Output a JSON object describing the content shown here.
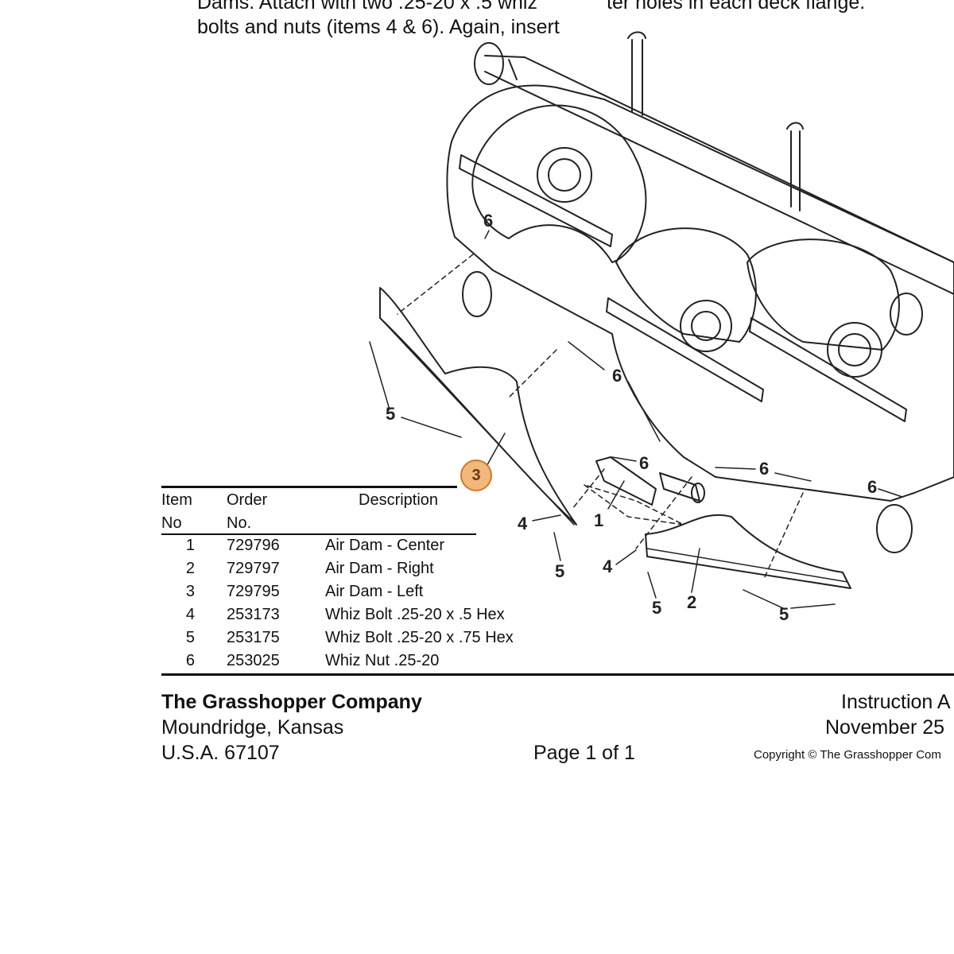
{
  "intro": {
    "line1": "Dams.  Attach with two .25-20 x .5 whiz",
    "line2": "bolts and nuts (items 4 & 6).  Again, insert",
    "right_line": "ter holes in each deck flange."
  },
  "diagram": {
    "callouts": [
      "6",
      "6",
      "6",
      "6",
      "6",
      "5",
      "5",
      "5",
      "5",
      "4",
      "4",
      "1",
      "2",
      "3"
    ],
    "highlight_badge": "3",
    "colors": {
      "line": "#222222",
      "badge_fill": "#f2b77a",
      "badge_border": "#d07a2a"
    }
  },
  "table": {
    "headers": {
      "item_line1": "Item",
      "item_line2": "No",
      "order_line1": "Order",
      "order_line2": "No.",
      "description": "Description"
    },
    "rows": [
      {
        "item": "1",
        "order": "729796",
        "description": "Air Dam - Center"
      },
      {
        "item": "2",
        "order": "729797",
        "description": "Air Dam - Right"
      },
      {
        "item": "3",
        "order": "729795",
        "description": "Air Dam - Left"
      },
      {
        "item": "4",
        "order": "253173",
        "description": "Whiz Bolt .25-20 x .5 Hex"
      },
      {
        "item": "5",
        "order": "253175",
        "description": "Whiz Bolt .25-20 x .75 Hex"
      },
      {
        "item": "6",
        "order": "253025",
        "description": "Whiz Nut .25-20"
      }
    ]
  },
  "footer": {
    "company": "The Grasshopper Company",
    "city": "Moundridge, Kansas",
    "zip": "U.S.A. 67107",
    "page": "Page 1 of 1",
    "doc_type": "Instruction A",
    "date": "November 25",
    "copyright": "Copyright © The Grasshopper Com"
  }
}
